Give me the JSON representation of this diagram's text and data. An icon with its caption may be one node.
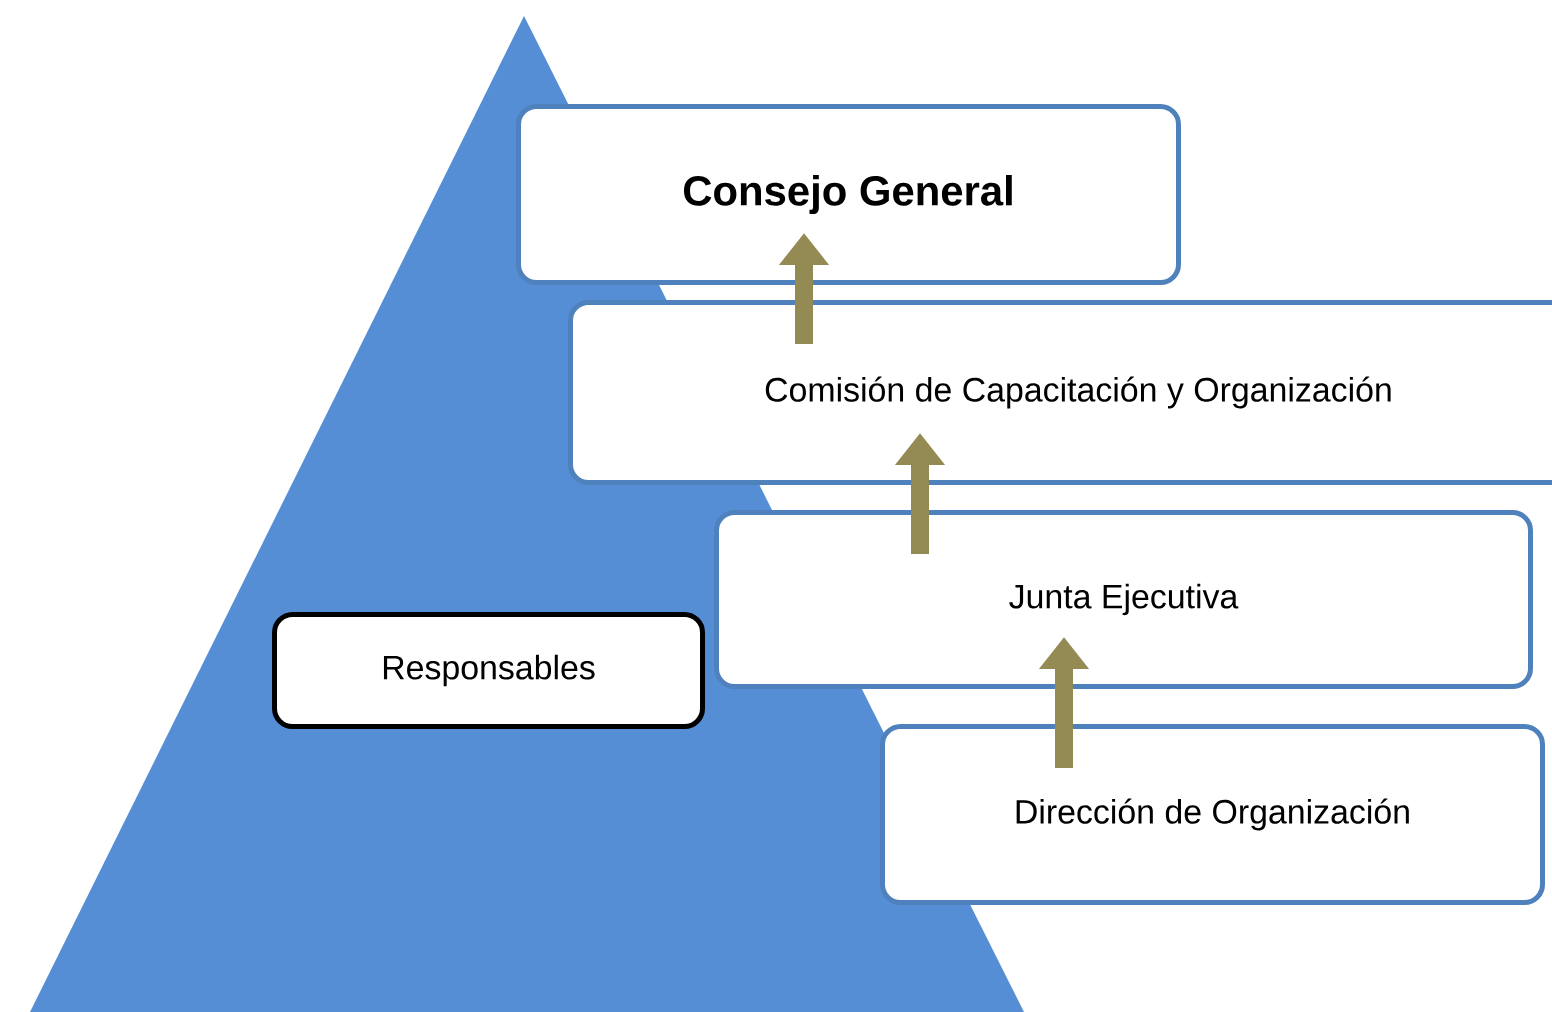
{
  "diagram": {
    "nodes": [
      {
        "text": [
          "Consejo General"
        ]
      },
      {
        "text": [
          "Comisión de Capacitación y Organización"
        ]
      },
      {
        "text": [
          "Junta Ejecutiva"
        ]
      },
      {
        "text": [
          "Dirección de Organización"
        ]
      },
      {
        "text": [
          "Responsables"
        ]
      }
    ],
    "edges": [
      {
        "from": 1,
        "to": 0,
        "arrow": "to"
      },
      {
        "from": 2,
        "to": 1,
        "arrow": "to"
      },
      {
        "from": 3,
        "to": 2,
        "arrow": "to"
      }
    ]
  }
}
